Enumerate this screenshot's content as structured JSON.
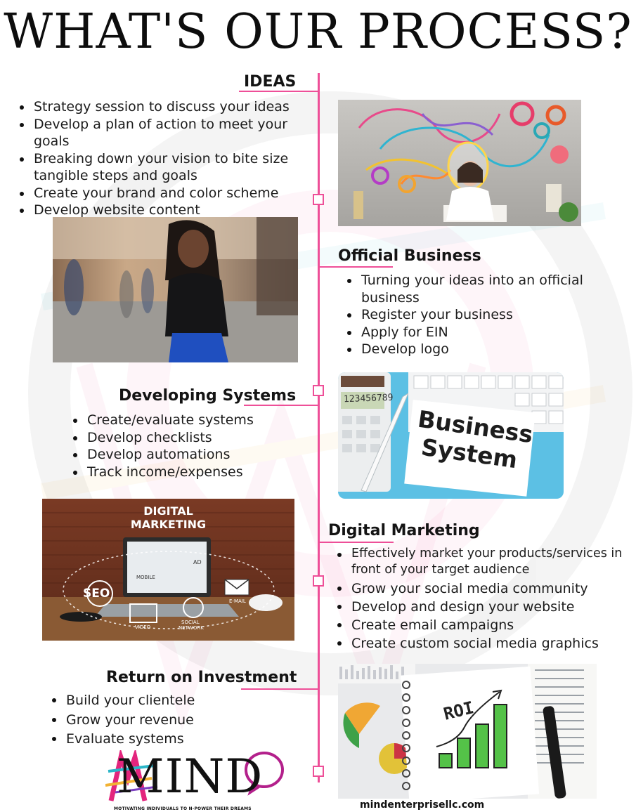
{
  "page": {
    "title": "WHAT'S OUR PROCESS?"
  },
  "sections": [
    {
      "heading": "IDEAS",
      "items": [
        "Strategy session to discuss your ideas",
        "Develop a plan of action to meet your goals",
        "Breaking down your vision to bite size tangible steps and goals",
        "Create your brand and color scheme",
        "Develop website content"
      ]
    },
    {
      "heading": "Official Business",
      "items": [
        "Turning your ideas into an official business",
        "Register your business",
        "Apply for EIN",
        "Develop logo"
      ]
    },
    {
      "heading": "Developing Systems",
      "items": [
        "Create/evaluate systems",
        "Develop checklists",
        "Develop automations",
        "Track income/expenses"
      ]
    },
    {
      "heading": "Digital Marketing",
      "items": [
        "Effectively market your products/services in front of your target audience",
        "Grow your social media community",
        "Develop and design your website",
        "Create email campaigns",
        "Create custom social media graphics"
      ]
    },
    {
      "heading": "Return on Investment",
      "items": [
        "Build your clientele",
        "Grow your revenue",
        "Evaluate systems"
      ]
    }
  ],
  "images": {
    "business_system": {
      "line1": "Business",
      "line2": "System",
      "calc_display": "123456789"
    },
    "digital_marketing": {
      "title_line1": "DIGITAL",
      "title_line2": "MARKETING",
      "seo": "SEO",
      "mobile": "MOBILE",
      "ad": "AD",
      "email": "E-MAIL",
      "video": "VIDEO",
      "social1": "SOCIAL",
      "social2": "NETWORK"
    },
    "roi": {
      "label": "ROI"
    }
  },
  "logo": {
    "wordmark": "MIND",
    "tagline": "MOTIVATING INDIVIDUALS TO N-POWER THEIR DREAMS"
  },
  "footer": {
    "url": "mindenterprisellc.com"
  },
  "colors": {
    "accent": "#ee4f98",
    "text": "#111111"
  }
}
